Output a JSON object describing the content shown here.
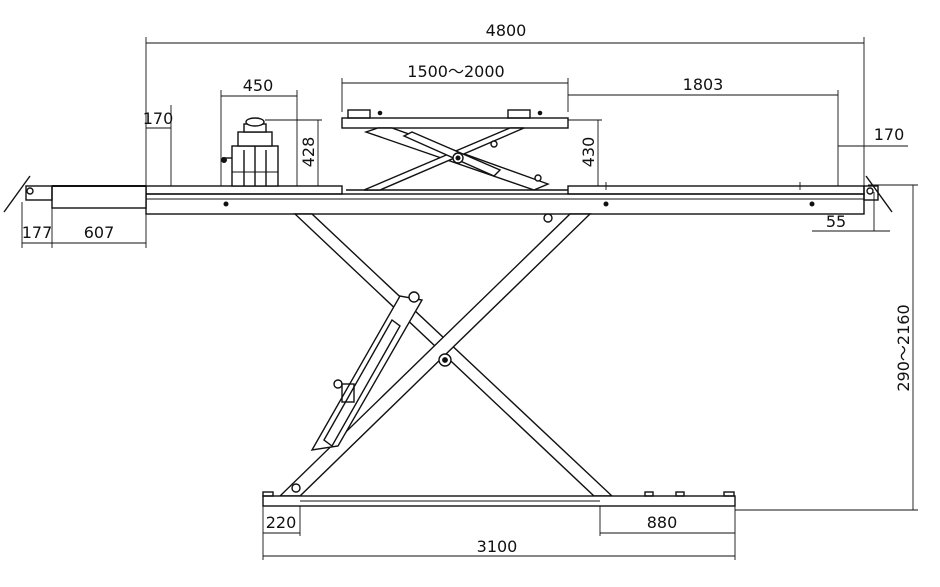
{
  "dimensions": {
    "total_length": "4800",
    "left_extension": "170",
    "jack_width": "450",
    "jack_height": "428",
    "secondary_platform_length": "1500～2000",
    "secondary_platform_height": "430",
    "right_length": "1803",
    "right_extension": "170",
    "ramp_length": "177",
    "left_ramp": "607",
    "right_offset": "55",
    "lift_height": "290～2160",
    "base_left": "220",
    "base_right": "880",
    "base_length": "3100"
  }
}
